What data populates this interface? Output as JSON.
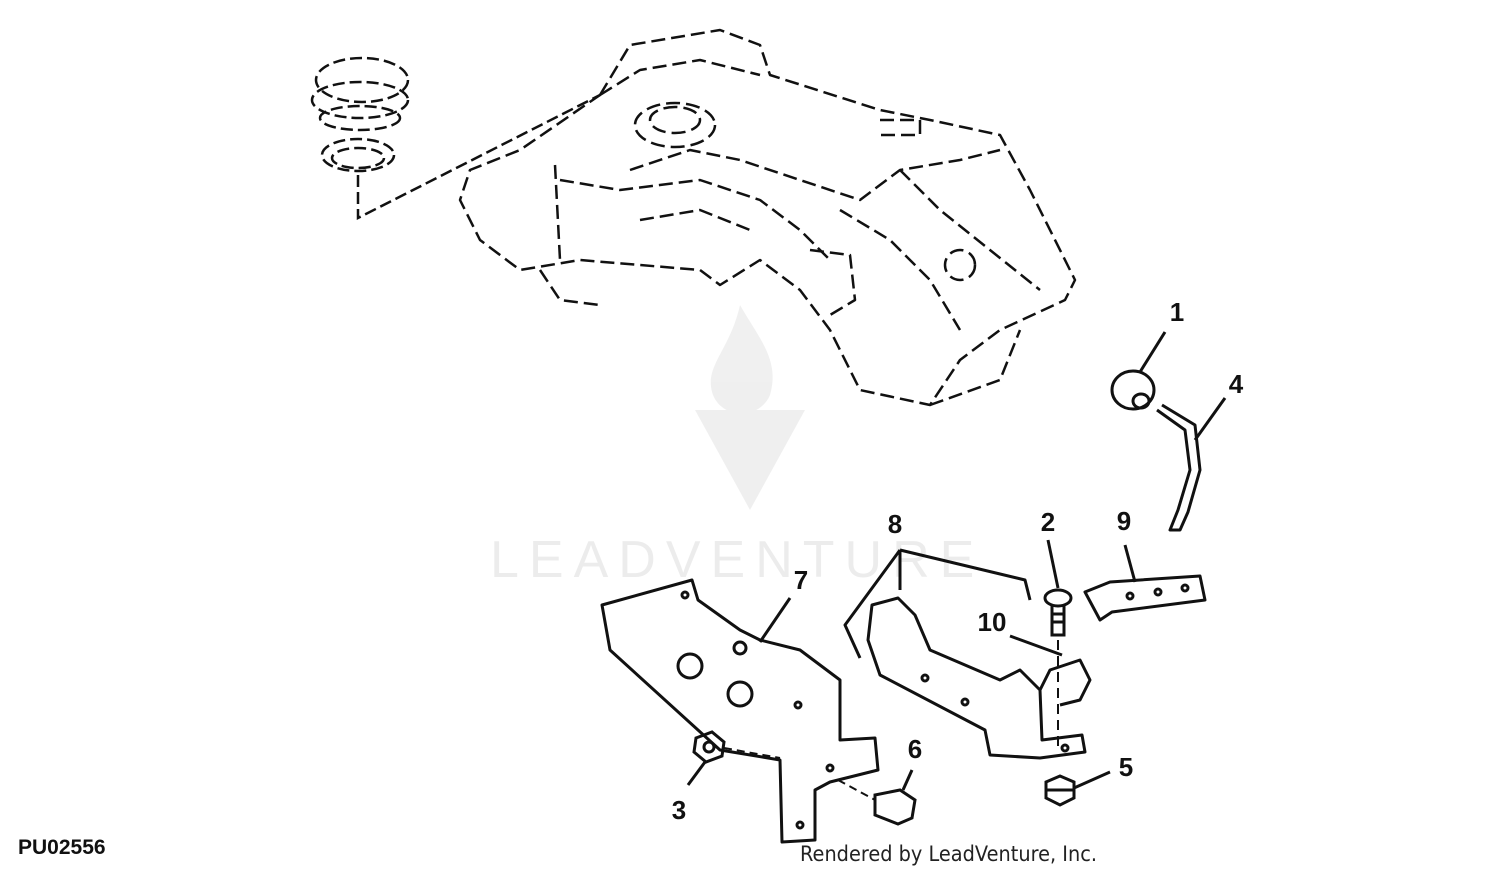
{
  "figure_id": "PU02556",
  "credit": "Rendered by LeadVenture, Inc.",
  "watermark": {
    "text": "LEADVENTURE"
  },
  "callouts": [
    "1",
    "2",
    "3",
    "4",
    "5",
    "6",
    "7",
    "8",
    "9",
    "10"
  ],
  "colors": {
    "line": "#111111",
    "background": "#ffffff"
  }
}
